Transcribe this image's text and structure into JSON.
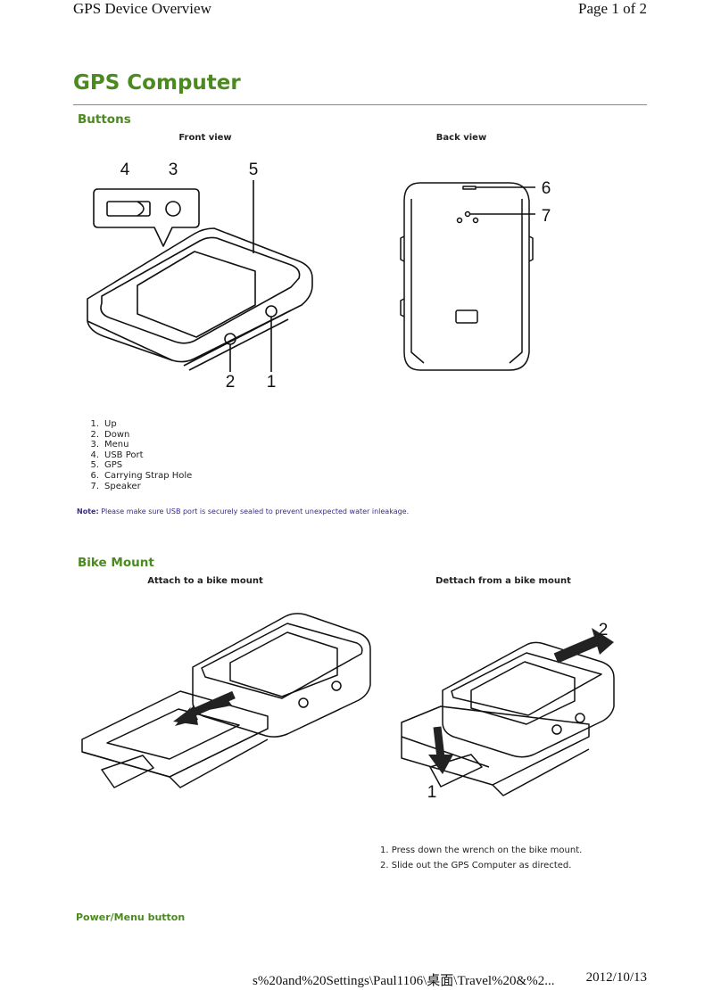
{
  "header": {
    "left": "GPS Device Overview",
    "right": "Page 1 of 2"
  },
  "title": "GPS Computer",
  "buttons_section": {
    "heading": "Buttons",
    "front_caption": "Front view",
    "back_caption": "Back view",
    "callouts_front": [
      "4",
      "3",
      "5",
      "2",
      "1"
    ],
    "callouts_back": [
      "6",
      "7"
    ],
    "items": [
      {
        "num": "1.",
        "label": "Up"
      },
      {
        "num": "2.",
        "label": "Down"
      },
      {
        "num": "3.",
        "label": "Menu"
      },
      {
        "num": "4.",
        "label": "USB Port"
      },
      {
        "num": "5.",
        "label": "GPS"
      },
      {
        "num": "6.",
        "label": "Carrying Strap Hole"
      },
      {
        "num": "7.",
        "label": "Speaker"
      }
    ],
    "note_label": "Note:",
    "note_text": "Please make sure USB port is securely sealed to prevent unexpected water inleakage."
  },
  "bike_mount": {
    "heading": "Bike Mount",
    "attach_caption": "Attach to a bike mount",
    "detach_caption": "Dettach from a bike mount",
    "callouts": [
      "2",
      "1"
    ],
    "steps": [
      "1. Press down the wrench on the bike mount.",
      "2. Slide out the GPS Computer as directed."
    ]
  },
  "power_heading": "Power/Menu button",
  "footer": {
    "path": "s%20and%20Settings\\Paul1106\\桌面\\Travel%20&%2...",
    "date": "2012/10/13"
  }
}
